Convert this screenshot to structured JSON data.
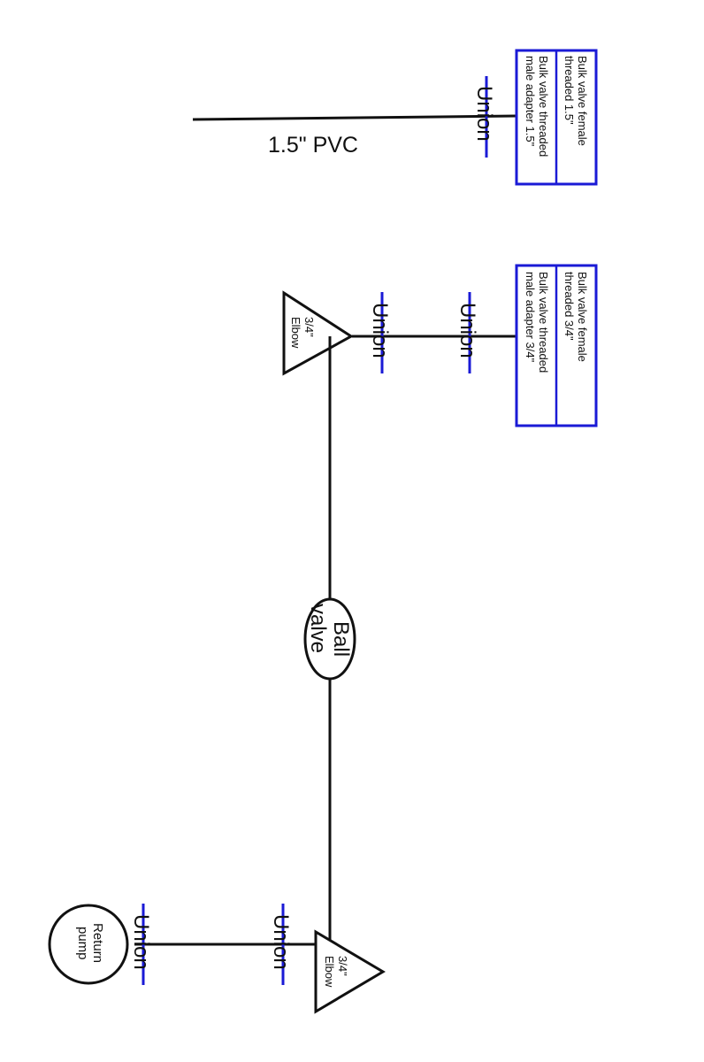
{
  "colors": {
    "pipe": "#111111",
    "union_bar": "#1a1ad6",
    "bulk_box": "#1a1ad6",
    "background": "#ffffff"
  },
  "labels": {
    "pvc_pipe": "1.5\" PVC",
    "union": "Union",
    "elbow_size": "3/4\"",
    "elbow": "Elbow",
    "ball_valve_line1": "Ball",
    "ball_valve_line2": "valve",
    "return_pump_line1": "Return",
    "return_pump_line2": "pump",
    "bulk_large_female_line1": "Bulk valve female",
    "bulk_large_female_line2": "threaded 1.5\"",
    "bulk_large_male_line1": "Bulk valve threaded",
    "bulk_large_male_line2": "male adapter 1.5\"",
    "bulk_small_female_line1": "Bulk valve female",
    "bulk_small_female_line2": "threaded 3/4\"",
    "bulk_small_male_line1": "Bulk valve threaded",
    "bulk_small_male_line2": "male adapter 3/4\""
  }
}
